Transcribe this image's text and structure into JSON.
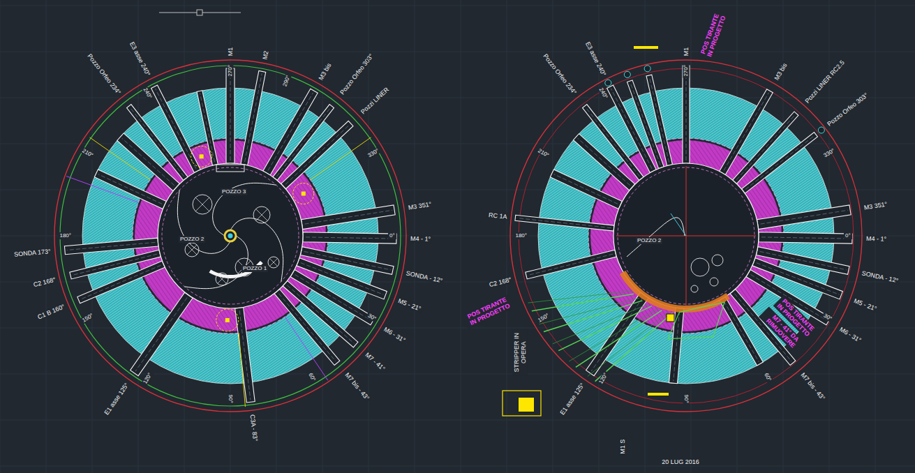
{
  "diagram": {
    "labels": [
      "M1",
      "270°",
      "M2",
      "M3 bis",
      "290°",
      "Pozzo Orfeo 303°",
      "Pozzi LINER",
      "330°",
      "M3 351°",
      "0°",
      "M4 - 1°",
      "SONDA - 12°",
      "M5 - 21°",
      "30°",
      "M6 - 31°",
      "M7 - 41°",
      "M7 bis - 43°",
      "60°",
      "90°",
      "C3A - 83°",
      "120°",
      "E1 asse 125°",
      "150°",
      "C1 B 160°",
      "C2 168°",
      "SONDA 173°",
      "180°",
      "210°",
      "Pozzo Orfeo 234°",
      "240°",
      "E3 asse 240°",
      "POZZO 1",
      "POZZO 2",
      "POZZO 3",
      "M1",
      "270°",
      "M3 bis",
      "Pozzi LINER RC2.5",
      "Pozzo Orfeo 303°",
      "330°",
      "M3 351°",
      "0°",
      "M4 - 1°",
      "SONDA - 12°",
      "M5 - 21°",
      "30°",
      "M6 - 31°",
      "60°",
      "M7 bis - 43°",
      "90°",
      "120°",
      "E1 asse 125°",
      "150°",
      "C2 168°",
      "180°",
      "RC 1A",
      "210°",
      "Pozzo Orfeo 234°",
      "240°",
      "E3 asse 240°",
      "POZZO 2",
      "POS TIRANTE IN PROGETTO",
      "POS TIRANTE IN PROGETTO",
      "POS TIRANTE IN PROGETTO",
      "M7 - 41° DA RIMUOVERE",
      "STRIPPER IN OPERA",
      "M1 S",
      "20 LUG 2016"
    ]
  }
}
